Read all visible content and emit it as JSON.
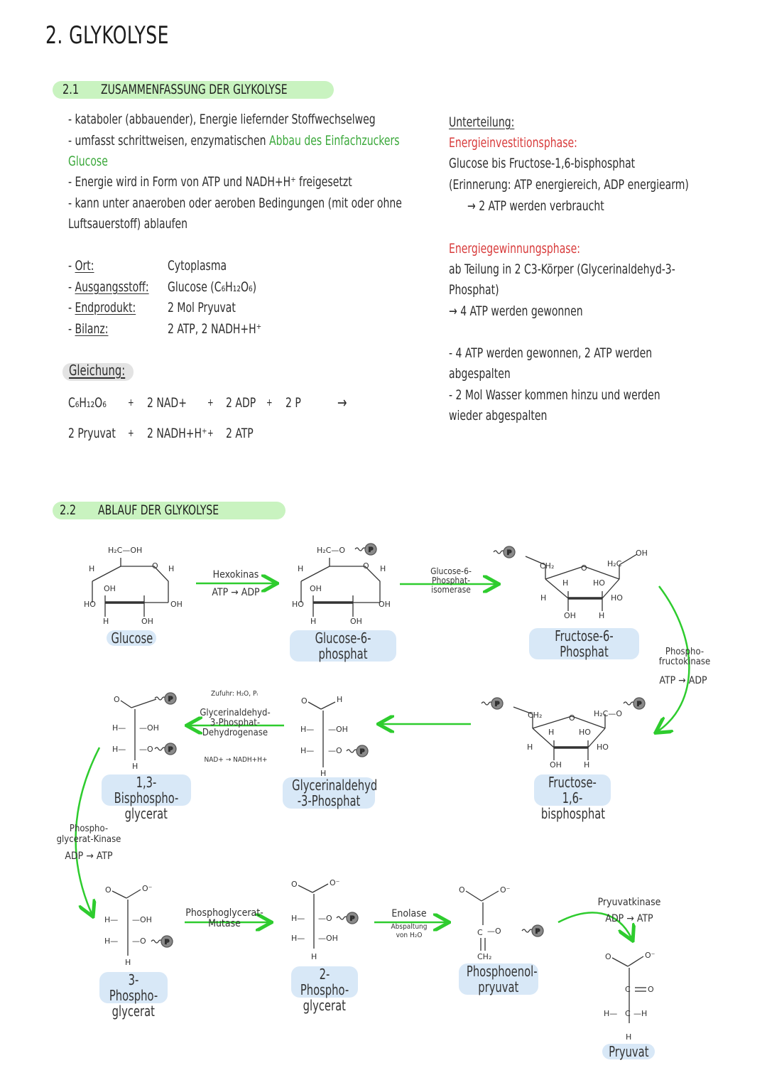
{
  "page_title": "2. GLYKOLYSE",
  "section1": {
    "number": "2.1",
    "heading": "ZUSAMMENFASSUNG DER GLYKOLYSE",
    "bullet1": "- kataboler (abbauender), Energie liefernder Stoffwechselweg",
    "bullet2_a": "- umfasst schrittweisen, enzymatischen ",
    "bullet2_b": "Abbau des Einfachzuckers",
    "bullet2_c": "Glucose",
    "bullet3": "- Energie wird in Form von ATP und NADH+H⁺ freigesetzt",
    "bullet4_a": "- kann unter anaeroben oder aeroben Bedingungen (mit oder ohne",
    "bullet4_b": "Luftsauerstoff) ablaufen",
    "facts": [
      {
        "key": "Ort:",
        "value": "Cytoplasma"
      },
      {
        "key": "Ausgangsstoff:",
        "value": "Glucose (C₆H₁₂O₆)"
      },
      {
        "key": "Endprodukt:",
        "value": "2 Mol Pryuvat"
      },
      {
        "key": "Bilanz:",
        "value": "2 ATP,  2 NADH+H⁺"
      }
    ],
    "equation_label": "Gleichung:",
    "eq1": [
      "C₆H₁₂O₆",
      "+",
      "2 NAD+",
      "+",
      "2 ADP",
      "+",
      "2 P",
      "→"
    ],
    "eq2": [
      "2 Pryuvat",
      "+",
      "2 NADH+H⁺",
      "+",
      "2 ATP"
    ],
    "right": {
      "heading": "Unterteilung:",
      "phase1_title": "Energieinvestitionsphase:",
      "phase1_l1": "Glucose bis Fructose-1,6-bisphosphat",
      "phase1_l2": "(Erinnerung: ATP energiereich, ADP energiearm)",
      "phase1_l3": "→ 2 ATP werden verbraucht",
      "phase2_title": "Energiegewinnungsphase:",
      "phase2_l1": "ab Teilung in 2 C3-Körper (Glycerinaldehyd-3-",
      "phase2_l2": "Phosphat)",
      "phase2_l3": "→ 4 ATP werden gewonnen",
      "note1_l1": "- 4 ATP werden gewonnen, 2 ATP werden",
      "note1_l2": "abgespalten",
      "note2_l1": "- 2 Mol Wasser kommen hinzu und werden",
      "note2_l2": "wieder abgespalten"
    }
  },
  "section2": {
    "number": "2.2",
    "heading": "ABLAUF DER GLYKOLYSE",
    "molecules": {
      "glucose": "Glucose",
      "g6p": "Glucose-6-phosphat",
      "f6p": "Fructose-6-Phosphat",
      "f16bp_l1": "Fructose-1,6-",
      "f16bp_l2": "bisphosphat",
      "gap_l1": "Glycerinaldehyd",
      "gap_l2": "-3-Phosphat",
      "bpg_l1": "1,3-Bisphospho-",
      "bpg_l2": "glycerat",
      "pg3_l1": "3-Phospho-",
      "pg3_l2": "glycerat",
      "pg2_l1": "2-Phospho-",
      "pg2_l2": "glycerat",
      "pep_l1": "Phosphoenol-",
      "pep_l2": "pryuvat",
      "pyruvate": "Pryuvat"
    },
    "enzymes": {
      "hexokinase": "Hexokinas",
      "hexokinase_cof": "ATP → ADP",
      "gpi_l1": "Glucose-6-",
      "gpi_l2": "Phosphat-",
      "gpi_l3": "isomerase",
      "pfk_l1": "Phospho-",
      "pfk_l2": "fructokinase",
      "pfk_cof": "ATP → ADP",
      "gapdh_pre": "Zufuhr: H₂O, Pᵢ",
      "gapdh_l1": "Glycerinaldehyd-",
      "gapdh_l2": "3-Phosphat-",
      "gapdh_l3": "Dehydrogenase",
      "gapdh_cof": "NAD+ → NADH+H+",
      "pgk_l1": "Phospho-",
      "pgk_l2": "glycerat-Kinase",
      "pgk_cof": "ADP → ATP",
      "pgm_l1": "Phosphoglycerat-",
      "pgm_l2": "Mutase",
      "enolase": "Enolase",
      "enolase_n1": "Abspaltung",
      "enolase_n2": "von H₂O",
      "pk": "Pryuvatkinase",
      "pk_cof": "ADP → ATP"
    },
    "colors": {
      "arrow": "#2ecc2e",
      "header_bg": "#c9f3c0",
      "label_bg": "#d8e8f7",
      "phosphate": "#8a8a8a"
    }
  }
}
